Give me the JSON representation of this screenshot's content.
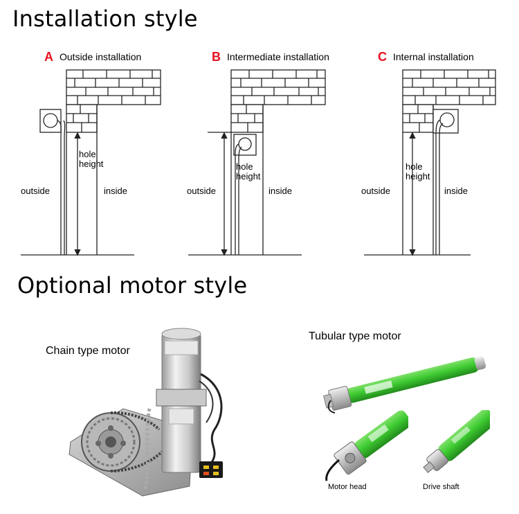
{
  "headings": {
    "installation": "Installation style",
    "motor": "Optional motor style"
  },
  "panels": [
    {
      "letter": "A",
      "title": "Outside installation",
      "hole_line1": "hole",
      "hole_line2": "height",
      "outside": "outside",
      "inside": "inside"
    },
    {
      "letter": "B",
      "title": "Intermediate installation",
      "hole_line1": "hole",
      "hole_line2": "height",
      "outside": "outside",
      "inside": "inside"
    },
    {
      "letter": "C",
      "title": "Internal installation",
      "hole_line1": "hole",
      "hole_line2": "height",
      "outside": "outside",
      "inside": "inside"
    }
  ],
  "motors": {
    "chain_caption": "Chain type motor",
    "tubular_caption": "Tubular type motor",
    "motor_head_caption": "Motor head",
    "drive_shaft_caption": "Drive shaft"
  },
  "colors": {
    "accent_letter": "#e8101e",
    "tube_green": "#3fcc32",
    "line": "#222222"
  }
}
